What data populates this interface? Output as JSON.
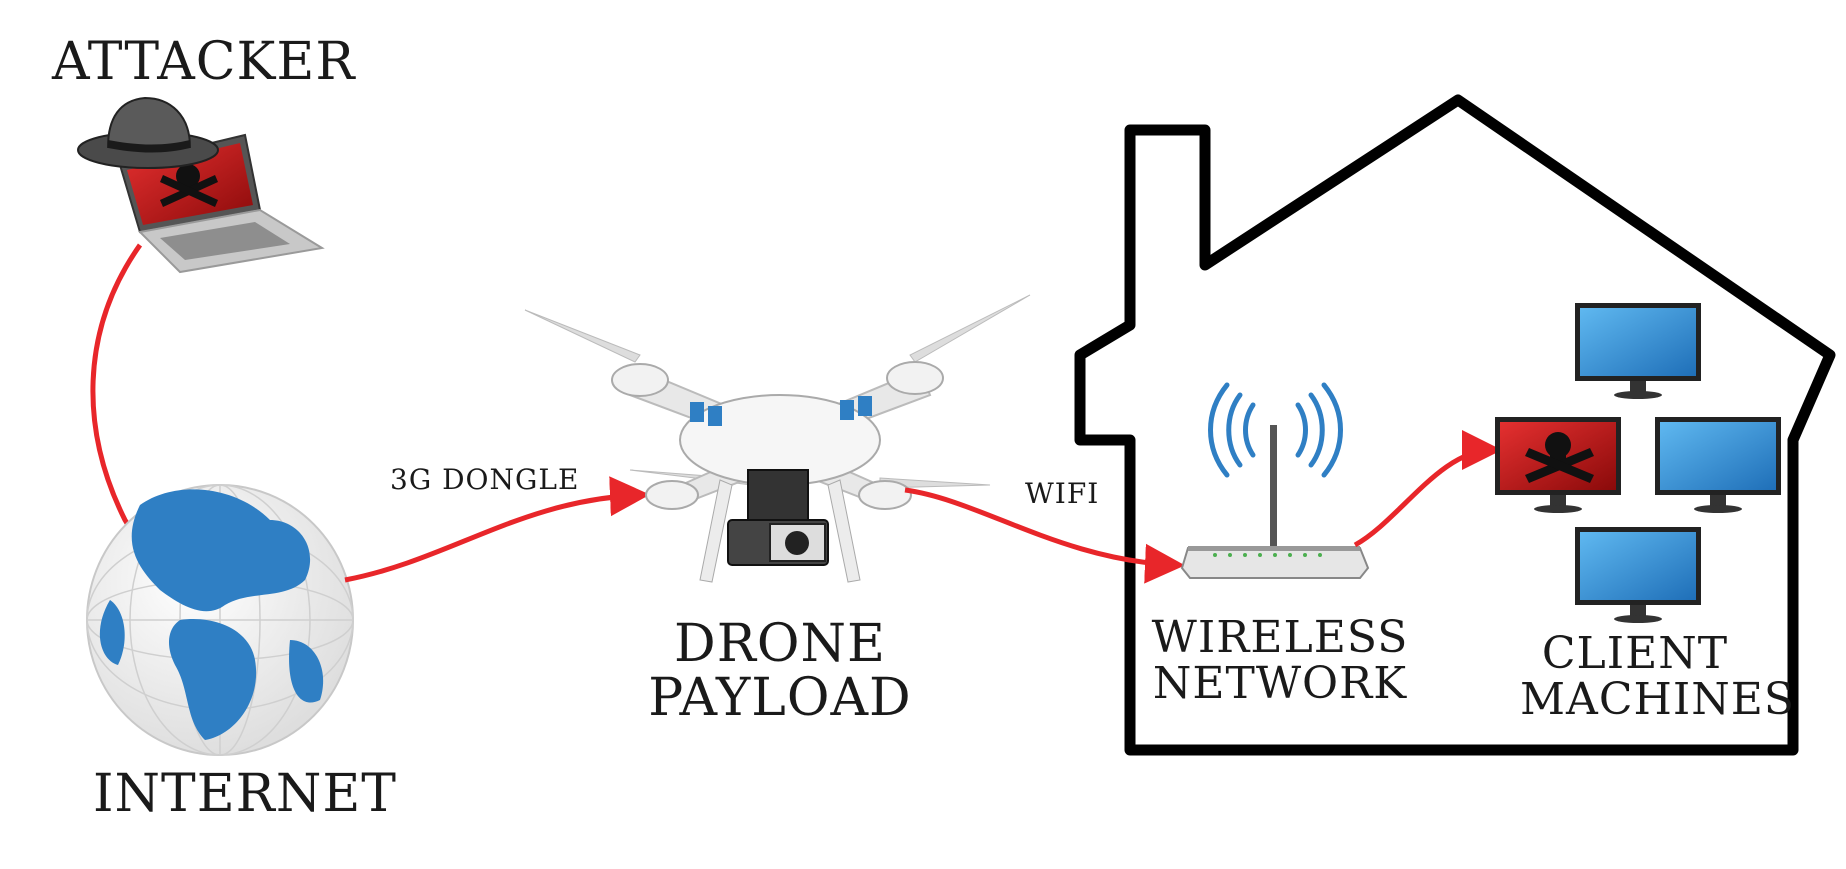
{
  "labels": {
    "attacker": "ATTACKER",
    "internet": "INTERNET",
    "dongle": "3G DONGLE",
    "wifi": "WIFI",
    "drone_line1": "DRONE",
    "drone_line2": "PAYLOAD",
    "wireless_line1": "WIRELESS",
    "wireless_line2": "NETWORK",
    "client_line1": "CLIENT",
    "client_line2": "MACHINES"
  },
  "colors": {
    "arrow": "#e8262a",
    "house_outline": "#000000",
    "globe_ocean": "#f4f4f4",
    "globe_land": "#2f7fc4",
    "monitor_screen": "#2f8fd8",
    "infected_screen": "#d01818",
    "wifi_waves": "#2f7fc4"
  },
  "icons": [
    "attacker-laptop-icon",
    "globe-icon",
    "drone-icon",
    "router-icon",
    "monitor-icon",
    "skull-icon"
  ]
}
